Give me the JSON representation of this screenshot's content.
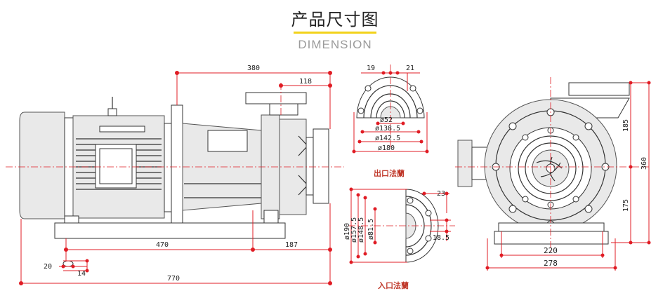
{
  "header": {
    "title": "产品尺寸图",
    "subtitle": "DIMENSION",
    "accent_color": "#f2d21a"
  },
  "colors": {
    "dimension_line": "#e01c24",
    "drawing_line": "#333333",
    "label": "#c0392b"
  },
  "side_view": {
    "dims": {
      "overall_top": "380",
      "outlet_offset": "118",
      "base_left": "470",
      "base_right": "187",
      "foot_hole": "20",
      "foot_width": "14",
      "overall_length": "770"
    }
  },
  "outlet_flange": {
    "label": "出口法蘭",
    "dims": {
      "top_left": "19",
      "top_right": "21",
      "bore": "ø52",
      "d1": "ø138.5",
      "d2": "ø142.5",
      "d3": "ø180"
    }
  },
  "inlet_flange": {
    "label": "入口法蘭",
    "dims": {
      "d_outer": "ø190",
      "d1": "ø157.5",
      "d2": "ø148.5",
      "d3": "ø81.5",
      "right_top": "23",
      "right_bottom": "18.5"
    }
  },
  "front_view": {
    "dims": {
      "upper_height": "185",
      "lower_height": "175",
      "total_height": "360",
      "base_inner": "220",
      "base_outer": "278"
    }
  }
}
